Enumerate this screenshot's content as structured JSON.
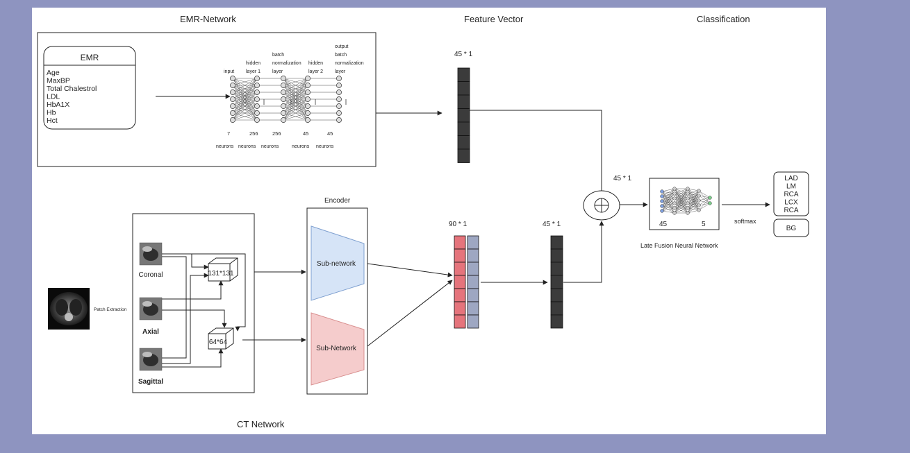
{
  "sections": {
    "emr_network": "EMR-Network",
    "feature_vector": "Feature Vector",
    "classification": "Classification",
    "ct_network": "CT Network"
  },
  "emr": {
    "title": "EMR",
    "fields": [
      "Age",
      "MaxBP",
      "Total Chalestrol",
      "LDL",
      "HbA1X",
      "Hb",
      "Hct"
    ]
  },
  "nn": {
    "headers": [
      [
        "input"
      ],
      [
        "hidden",
        "layer 1"
      ],
      [
        "batch",
        "normalization",
        "layer"
      ],
      [
        "hidden",
        "layer 2"
      ],
      [
        "output",
        "batch",
        "normalization",
        "layer"
      ]
    ],
    "counts": [
      "7",
      "256",
      "256",
      "45",
      "45"
    ],
    "units": [
      "neurons",
      "neurons",
      "neurons",
      "neurons",
      "neurons"
    ]
  },
  "vectors": {
    "emr_dim": "45 * 1",
    "concat_dim": "90  * 1",
    "ct_dim": "45 * 1",
    "fused_dim": "45 * 1"
  },
  "ct": {
    "patch_label": "Patch Extraction",
    "views": [
      "Coronal",
      "Axial",
      "Sagittal"
    ],
    "cube_large": "131*131",
    "cube_small": "64*64",
    "encoder_label": "Encoder",
    "subnet_top": "Sub-network",
    "subnet_bottom": "Sub-Network"
  },
  "fusion": {
    "in_count": "45",
    "out_count": "5",
    "caption": "Late Fusion Neural Network",
    "softmax": "softmax"
  },
  "classes": [
    "LAD",
    "LM",
    "RCA",
    "LCX",
    "RCA"
  ],
  "background_class": "BG",
  "colors": {
    "background": "#8e94c0",
    "vector_cell": "#3b3b3b",
    "concat_red": "#e5747c",
    "concat_blue": "#9ea7c2",
    "subnet_blue": "#d6e4f7",
    "subnet_red": "#f5cccc"
  }
}
